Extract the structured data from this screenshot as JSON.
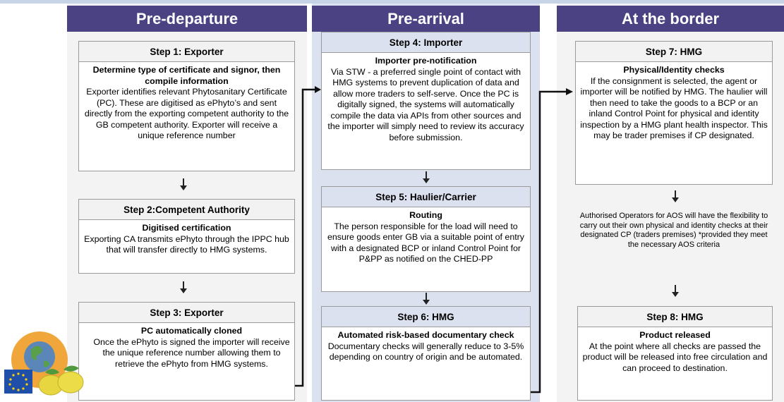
{
  "columns": [
    {
      "title": "Pre-departure"
    },
    {
      "title": "Pre-arrival"
    },
    {
      "title": "At the border"
    }
  ],
  "steps": [
    {
      "header": "Step 1: Exporter",
      "subtitle": "Determine type of certificate and signor, then compile information",
      "text": "Exporter identifies relevant Phytosanitary Certificate (PC). These are digitised as ePhyto’s and sent directly from the exporting competent authority to the GB competent authority. Exporter will receive a unique reference number"
    },
    {
      "header": "Step 2:Competent  Authority",
      "subtitle": "Digitised certification",
      "text": "Exporting CA transmits ePhyto through the IPPC hub that will transfer directly to HMG systems."
    },
    {
      "header": "Step 3: Exporter",
      "subtitle": "PC automatically cloned",
      "text": "Once the ePhyto is signed the importer will receive the unique reference number allowing them to retrieve the ePhyto from HMG systems."
    },
    {
      "header": "Step 4: Importer",
      "subtitle": "Importer pre-notification",
      "text": "Via STW - a preferred single point of contact with HMG systems to prevent duplication of data and allow more traders to self-serve. Once the PC is digitally signed, the systems will automatically compile the data via APIs from other sources and the importer will simply need to review its accuracy before submission."
    },
    {
      "header": "Step 5: Haulier/Carrier",
      "subtitle": "Routing",
      "text": "The person responsible for the load will need to ensure goods enter GB via a suitable point of entry with a designated BCP or inland Control Point for P&PP as notified on the CHED-PP"
    },
    {
      "header": "Step 6: HMG",
      "subtitle": "Automated risk-based documentary check",
      "text": "Documentary checks will generally reduce to 3-5% depending on country of origin and be automated."
    },
    {
      "header": "Step 7: HMG",
      "subtitle": "Physical/Identity checks",
      "text": "If the consignment is selected,  the agent or importer will be notified by HMG.  The haulier will then need to take the goods to a BCP or an inland Control Point for physical and identity inspection by a HMG plant health inspector.  This may be trader premises if CP designated."
    },
    {
      "header": "Step 8: HMG",
      "subtitle": "Product released",
      "text": "At the point where all checks are passed the product will be released into free circulation and can proceed to destination."
    }
  ],
  "aos_note": "Authorised Operators for AOS will have the flexibility to carry out their own physical and identity checks at their designated CP (traders premises) *provided they meet the necessary AOS criteria",
  "colors": {
    "column_header": "#4a4283",
    "pre_arrival_bg": "#dbe1ee",
    "box_header": "#f2f2f2"
  }
}
